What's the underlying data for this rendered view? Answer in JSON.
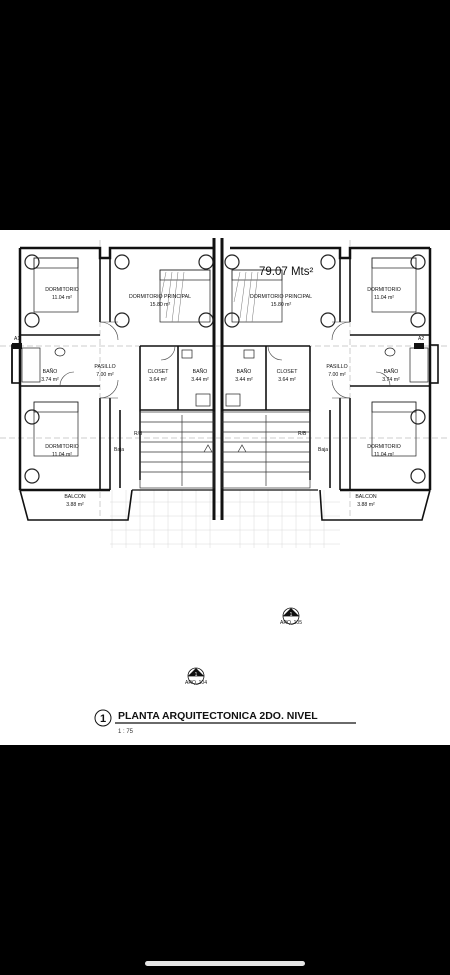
{
  "drawing": {
    "area_label": "79.07 Mts²",
    "rooms": {
      "dorm_tl": {
        "name": "DORMITORIO",
        "area": "11.04  m²"
      },
      "dorm_bl": {
        "name": "DORMITORIO",
        "area": "11.04  m²"
      },
      "dorm_tr": {
        "name": "DORMITORIO",
        "area": "11.04  m²"
      },
      "dorm_br": {
        "name": "DORMITORIO",
        "area": "11.04  m²"
      },
      "principal_l": {
        "name": "DORMITORIO  PRINCIPAL",
        "area": "15.80  m²"
      },
      "principal_r": {
        "name": "DORMITORIO  PRINCIPAL",
        "area": "15.80  m²"
      },
      "bano_l": {
        "name": "BAÑO",
        "area": "3.74  m²"
      },
      "bano_r": {
        "name": "BAÑO",
        "area": "3.74  m²"
      },
      "pasillo_l": {
        "name": "PASILLO",
        "area": "7.00  m²"
      },
      "pasillo_r": {
        "name": "PASILLO",
        "area": "7.00  m²"
      },
      "closet_l": {
        "name": "CLOSET",
        "area": "3.64  m²"
      },
      "closet_r": {
        "name": "CLOSET",
        "area": "3.64  m²"
      },
      "bano_cl": {
        "name": "BAÑO",
        "area": "3.44  m²"
      },
      "bano_cr": {
        "name": "BAÑO",
        "area": "3.44  m²"
      },
      "balcon_l": {
        "name": "BALCON",
        "area": "3.88  m²"
      },
      "balcon_r": {
        "name": "BALCON",
        "area": "3.88  m²"
      }
    },
    "stair_labels": {
      "rb": "R/B",
      "baja": "Baja"
    },
    "section_markers": {
      "a1": "A1",
      "a2": "A2"
    },
    "elevation_markers": [
      {
        "number": "1",
        "sheet": "ARQ_105"
      },
      {
        "number": "1",
        "sheet": "ARQ_104"
      }
    ],
    "title_block": {
      "number": "1",
      "title": "PLANTA ARQUITECTONICA 2DO. NIVEL",
      "scale": "1 : 75"
    }
  }
}
